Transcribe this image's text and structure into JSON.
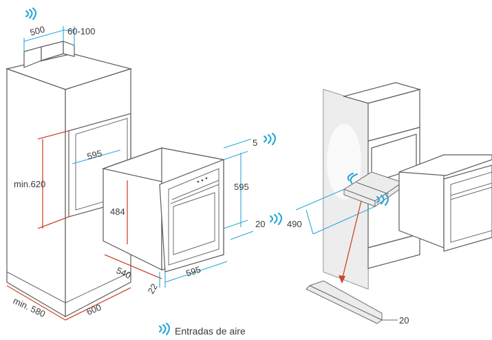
{
  "dimensions": {
    "top_width": "500",
    "top_gap": "60-100",
    "cavity_width": "595",
    "cavity_height": "min.620",
    "oven_front_height": "484",
    "oven_side_height": "595",
    "gap_top": "5",
    "gap_bottom": "20",
    "oven_depth": "540",
    "frame_offset": "22",
    "oven_width": "595",
    "cabinet_depth": "min. 580",
    "cabinet_width": "600",
    "right_depth": "490",
    "right_trim": "20"
  },
  "legend": {
    "label": "Entradas de aire",
    "icon": "air-intake-icon",
    "color": "#2aa7d8"
  },
  "colors": {
    "dimension_lines": "#2aa7d8",
    "arrow": "#c8472b"
  }
}
